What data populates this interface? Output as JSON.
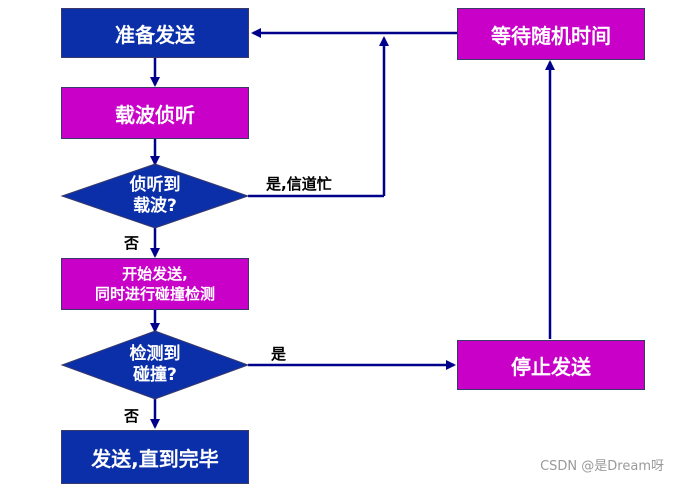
{
  "nodes": {
    "prepare_send": "准备发送",
    "carrier_listen": "载波侦听",
    "decision_carrier": [
      "侦听到",
      "载波?"
    ],
    "start_send": [
      "开始发送,",
      "同时进行碰撞检测"
    ],
    "decision_collision": [
      "检测到",
      "碰撞?"
    ],
    "send_until_done": "发送,直到完毕",
    "wait_random": "等待随机时间",
    "stop_send": "停止发送"
  },
  "edges": {
    "yes_busy": "是,信道忙",
    "no_1": "否",
    "yes_collision": "是",
    "no_2": "否"
  },
  "colors": {
    "blue": "#0b2fa8",
    "magenta": "#c800c8",
    "arrow": "#00008b"
  },
  "watermark": "CSDN @是Dream呀"
}
